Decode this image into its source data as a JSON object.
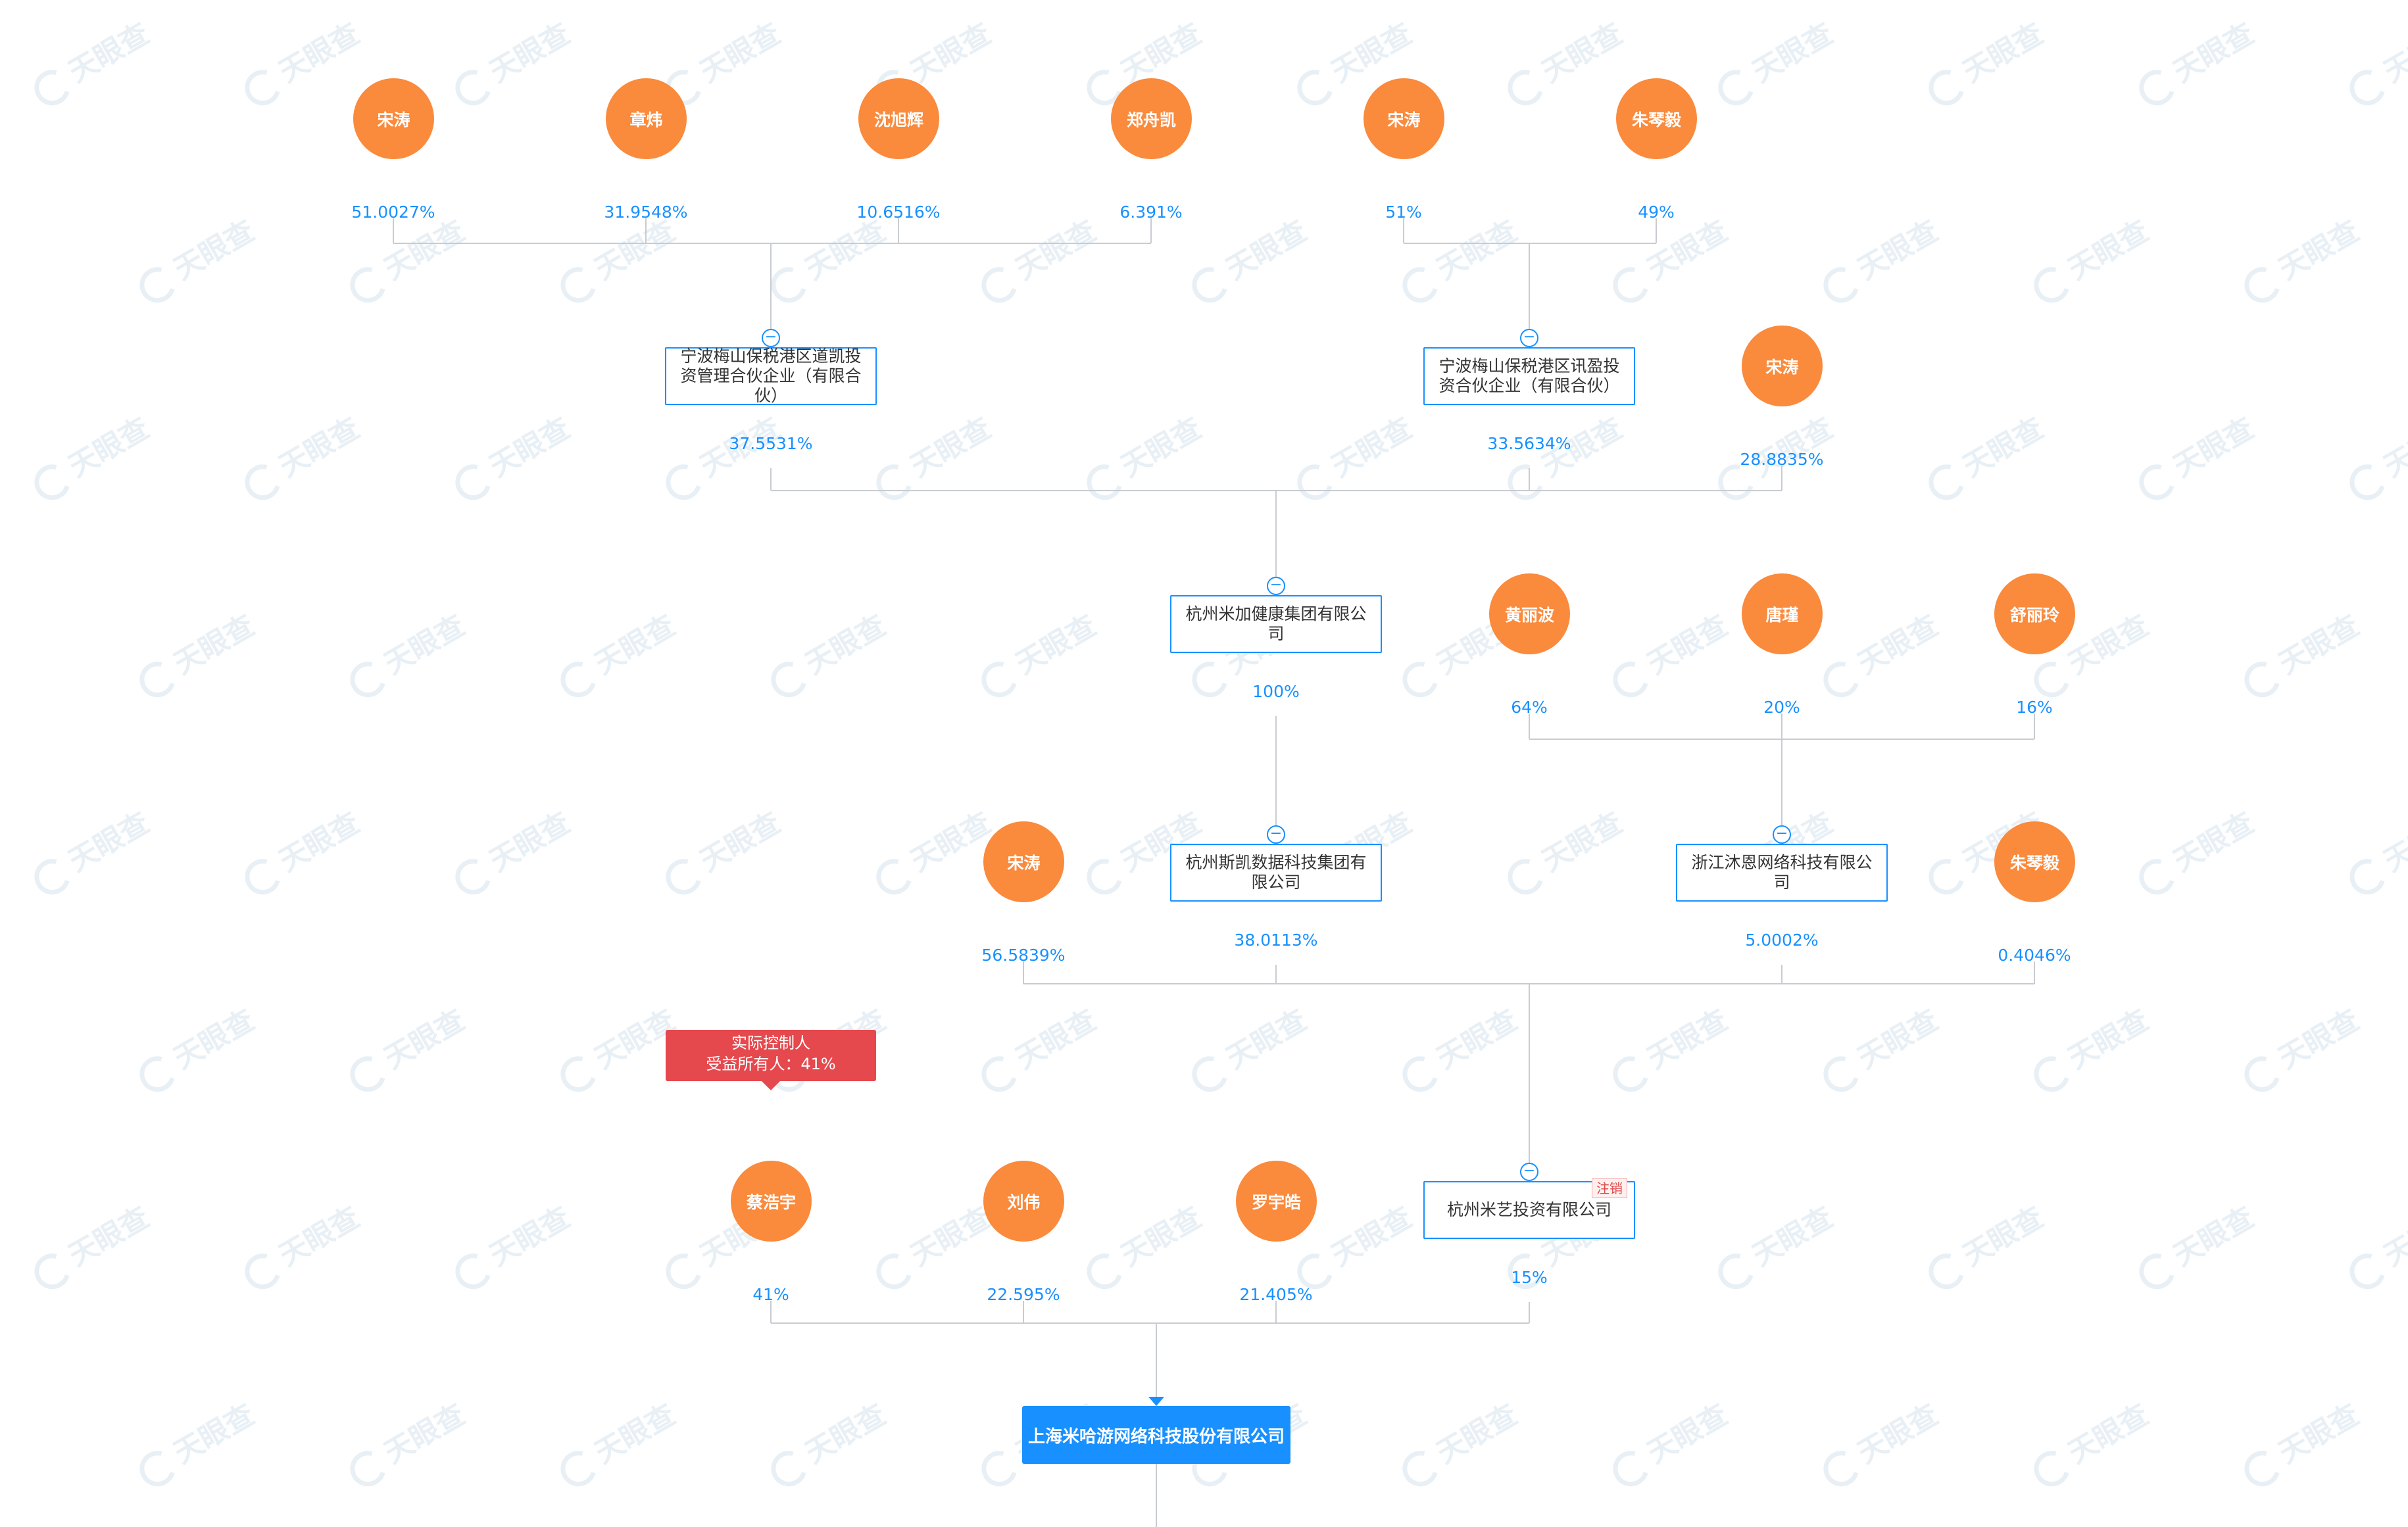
{
  "watermark": "天眼查",
  "colors": {
    "person": "#fa8a3c",
    "company_border": "#1890ff",
    "target": "#1890ff",
    "percent": "#1890ff",
    "controller": "#e5484d",
    "line": "#c8ccd2"
  },
  "persons": [
    {
      "id": "p1",
      "name": "宋涛",
      "pct": "51.0027%"
    },
    {
      "id": "p2",
      "name": "章炜",
      "pct": "31.9548%"
    },
    {
      "id": "p3",
      "name": "沈旭辉",
      "pct": "10.6516%"
    },
    {
      "id": "p4",
      "name": "郑舟凯",
      "pct": "6.391%"
    },
    {
      "id": "p5",
      "name": "宋涛",
      "pct": "51%"
    },
    {
      "id": "p6",
      "name": "朱琴毅",
      "pct": "49%"
    },
    {
      "id": "p7",
      "name": "宋涛",
      "pct": "28.8835%"
    },
    {
      "id": "p8",
      "name": "黄丽波",
      "pct": "64%"
    },
    {
      "id": "p9",
      "name": "唐瑾",
      "pct": "20%"
    },
    {
      "id": "p10",
      "name": "舒丽玲",
      "pct": "16%"
    },
    {
      "id": "p11",
      "name": "宋涛",
      "pct": "56.5839%"
    },
    {
      "id": "p12",
      "name": "朱琴毅",
      "pct": "0.4046%"
    },
    {
      "id": "p13",
      "name": "蔡浩宇",
      "pct": "41%"
    },
    {
      "id": "p14",
      "name": "刘伟",
      "pct": "22.595%"
    },
    {
      "id": "p15",
      "name": "罗宇皓",
      "pct": "21.405%"
    }
  ],
  "companies": [
    {
      "id": "c1",
      "name": "宁波梅山保税港区道凯投资管理合伙企业（有限合伙）",
      "pct": "37.5531%"
    },
    {
      "id": "c2",
      "name": "宁波梅山保税港区讯盈投资合伙企业（有限合伙）",
      "pct": "33.5634%"
    },
    {
      "id": "c3",
      "name": "杭州米加健康集团有限公司",
      "pct": "100%"
    },
    {
      "id": "c4",
      "name": "杭州斯凯数据科技集团有限公司",
      "pct": "38.0113%"
    },
    {
      "id": "c5",
      "name": "浙江沐恩网络科技有限公司",
      "pct": "5.0002%"
    },
    {
      "id": "c6",
      "name": "杭州米艺投资有限公司",
      "pct": "15%",
      "tag": "注销"
    }
  ],
  "target": {
    "name": "上海米哈游网络科技股份有限公司"
  },
  "controller": {
    "line1": "实际控制人",
    "line2": "受益所有人：41%"
  }
}
